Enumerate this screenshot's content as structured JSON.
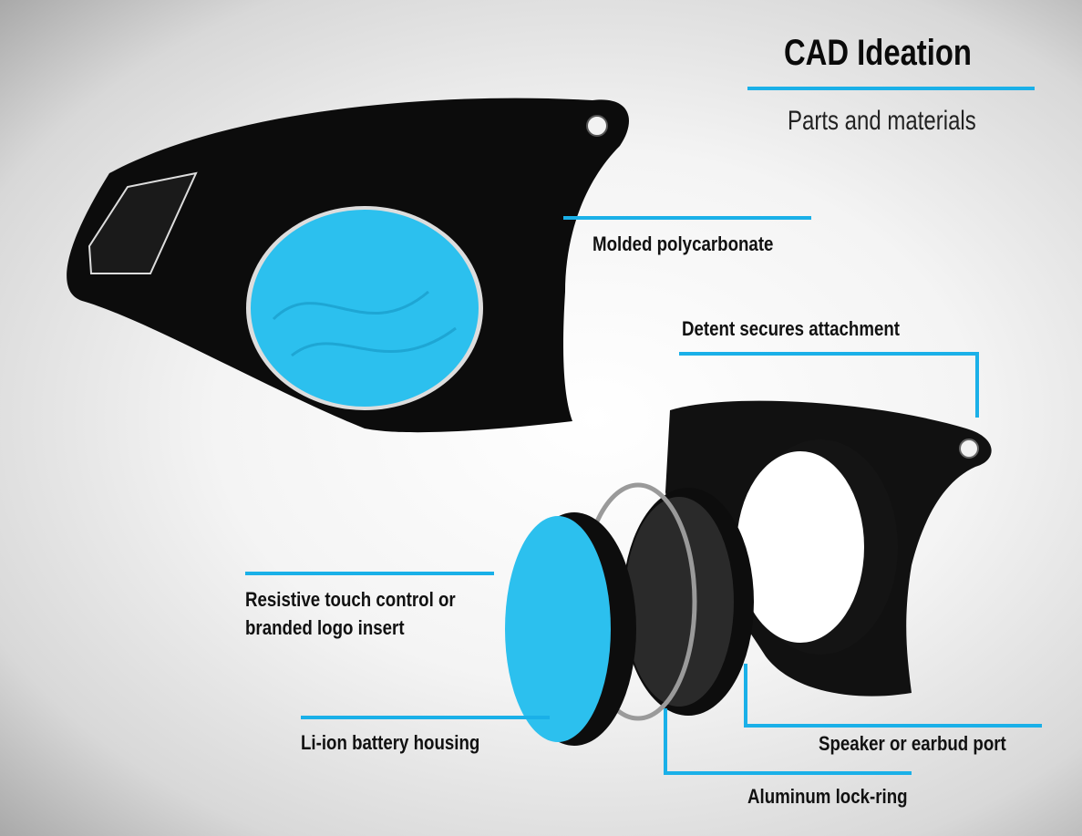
{
  "header": {
    "title": "CAD Ideation",
    "subtitle": "Parts and materials"
  },
  "colors": {
    "accent": "#1ab0e8",
    "part": "#0c0c0c",
    "insert": "#2cc0ee"
  },
  "callouts": [
    {
      "label": "Molded polycarbonate"
    },
    {
      "label": "Detent secures attachment"
    },
    {
      "label_line1": "Resistive touch control or",
      "label_line2": "branded logo insert"
    },
    {
      "label": "Li-ion battery housing"
    },
    {
      "label": "Speaker or earbud port"
    },
    {
      "label": "Aluminum lock-ring"
    }
  ]
}
